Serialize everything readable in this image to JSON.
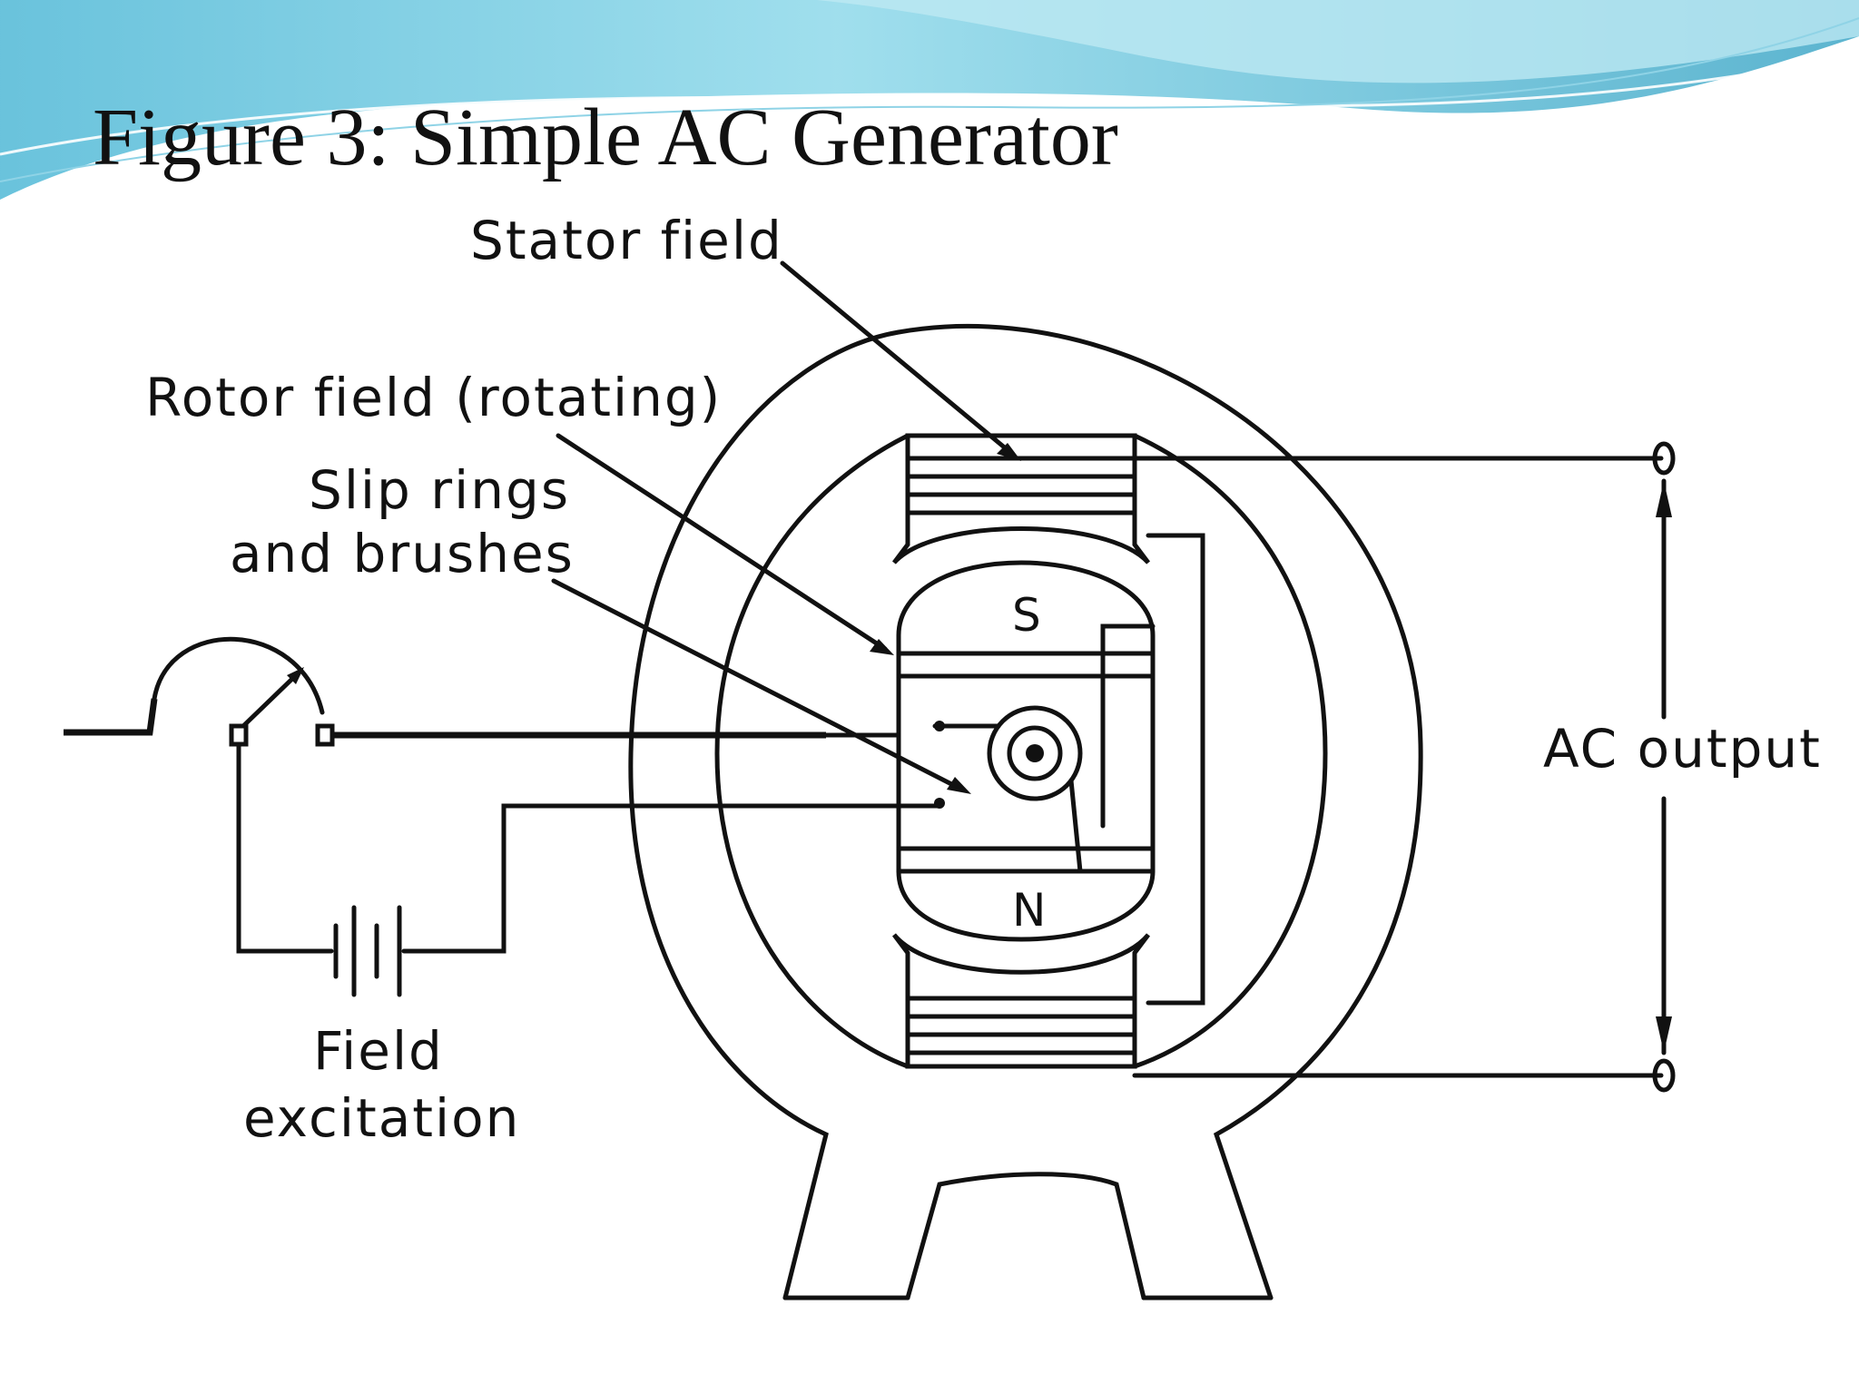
{
  "slide": {
    "title": "Figure 3: Simple AC Generator"
  },
  "diagram": {
    "labels": {
      "stator_field": "Stator field",
      "rotor_field": "Rotor field (rotating)",
      "slip_rings_line1": "Slip rings",
      "slip_rings_line2": "and brushes",
      "ac_output": "AC output",
      "field_excitation_line1": "Field",
      "field_excitation_line2": "excitation",
      "pole_south": "S",
      "pole_north": "N"
    }
  },
  "colors": {
    "banner_light": "#bfe9f3",
    "banner_mid": "#6ccde0",
    "banner_dark": "#3aa6c4",
    "line": "#111111"
  }
}
